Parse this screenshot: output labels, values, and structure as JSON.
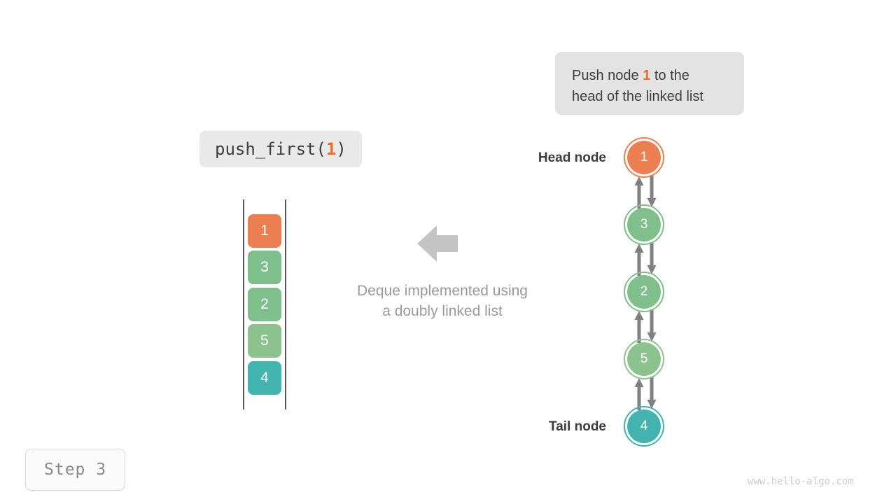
{
  "callout": {
    "text_before": "Push node ",
    "highlight": "1",
    "text_after": " to the",
    "line2": "head of the linked list"
  },
  "method_label": {
    "prefix": "push_first(",
    "arg": "1",
    "suffix": ")"
  },
  "caption": {
    "line1": "Deque implemented using",
    "line2": "a doubly linked list"
  },
  "stack": {
    "name": "deque-array-view",
    "items": [
      {
        "value": "1",
        "color": "#ec7f52"
      },
      {
        "value": "3",
        "color": "#7fbf8b"
      },
      {
        "value": "2",
        "color": "#7fbf8b"
      },
      {
        "value": "5",
        "color": "#8cc28d"
      },
      {
        "value": "4",
        "color": "#42b3ae"
      }
    ]
  },
  "linked_list": {
    "head_label": "Head node",
    "tail_label": "Tail node",
    "nodes": [
      {
        "value": "1",
        "color": "#ec7f52",
        "ring": "#ec7f52"
      },
      {
        "value": "3",
        "color": "#7fbf8b",
        "ring": "#7fbf8b"
      },
      {
        "value": "2",
        "color": "#7fbf8b",
        "ring": "#7fbf8b"
      },
      {
        "value": "5",
        "color": "#8cc28d",
        "ring": "#8cc28d"
      },
      {
        "value": "4",
        "color": "#42b3ae",
        "ring": "#42b3ae"
      }
    ]
  },
  "step_badge": {
    "label": "Step 3"
  },
  "watermark": {
    "text": "www.hello-algo.com"
  },
  "colors": {
    "orange": "#ec7f52",
    "green": "#7fbf8b",
    "teal": "#42b3ae",
    "arrow_gray": "#808080",
    "text_gray": "#9a9a9a",
    "callout_bg": "#e3e3e3"
  }
}
